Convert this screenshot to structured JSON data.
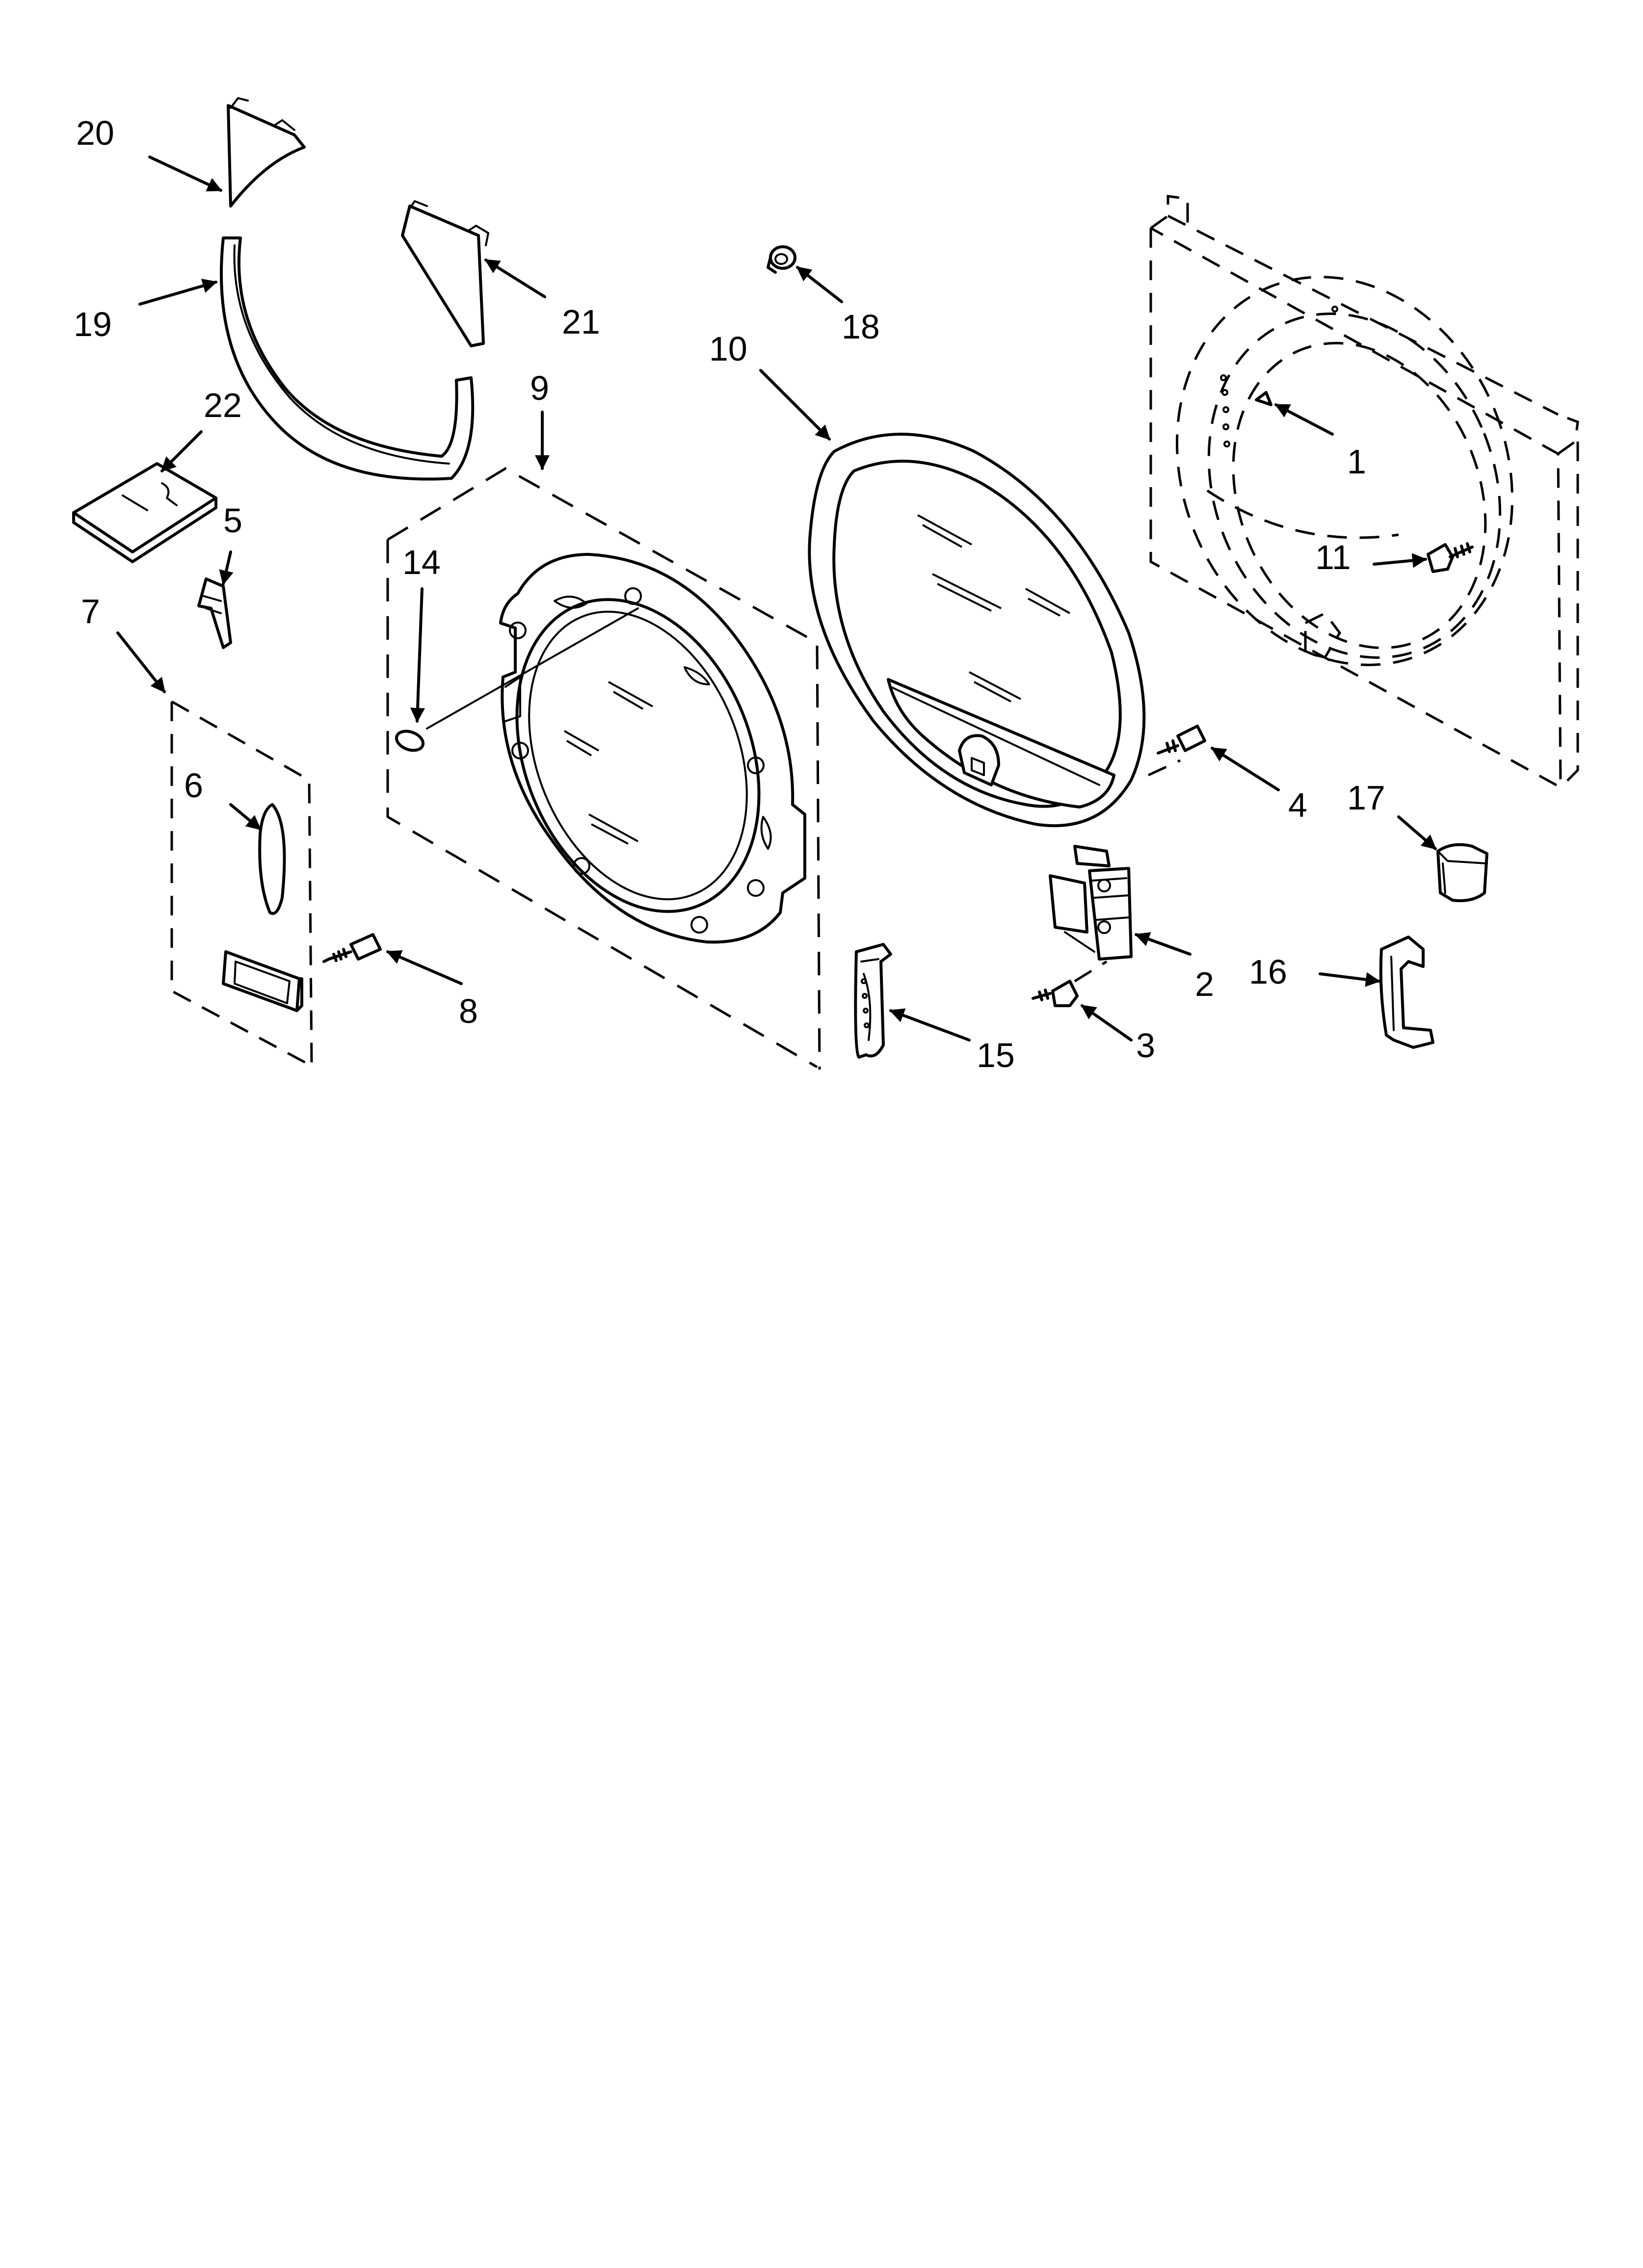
{
  "diagram": {
    "part_labels": {
      "p1": "1",
      "p2": "2",
      "p3": "3",
      "p4": "4",
      "p5": "5",
      "p6": "6",
      "p7": "7",
      "p8": "8",
      "p9": "9",
      "p10": "10",
      "p11": "11",
      "p14": "14",
      "p15": "15",
      "p16": "16",
      "p17": "17",
      "p18": "18",
      "p19": "19",
      "p20": "20",
      "p21": "21",
      "p22": "22"
    },
    "line_color": "#000000",
    "background_color": "#ffffff"
  }
}
